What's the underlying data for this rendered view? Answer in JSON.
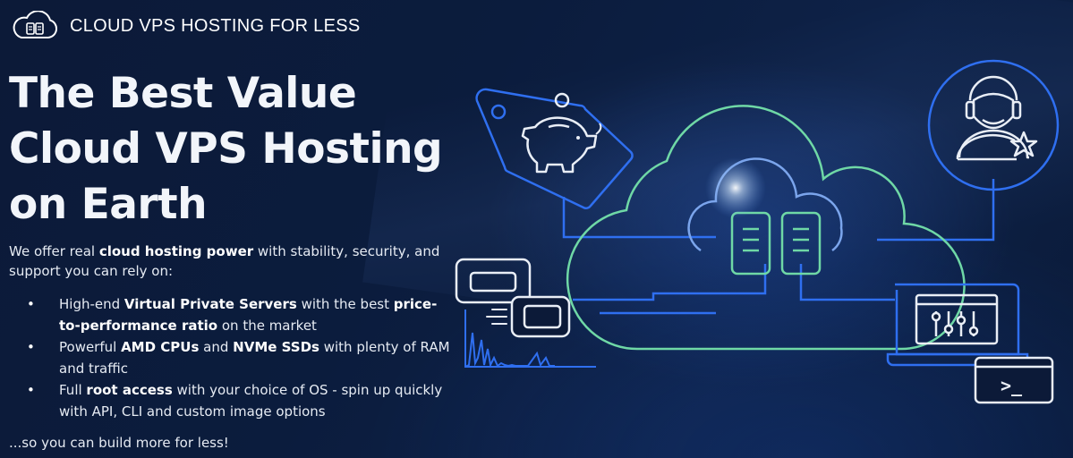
{
  "brand": {
    "name": "CLOUD VPS HOSTING FOR LESS",
    "logo_icon": "cloud-server-icon"
  },
  "hero": {
    "headline_lines": [
      "The Best Value",
      "Cloud VPS Hosting",
      "on Earth"
    ],
    "intro": {
      "before": "We offer real ",
      "strong": "cloud hosting power",
      "after": " with stability, security, and support you can rely on:"
    },
    "features": [
      {
        "p1": "High-end ",
        "b1": "Virtual Private Servers",
        "p2": " with the best ",
        "b2": "price-to-performance ratio",
        "p3": " on the market"
      },
      {
        "p1": "Powerful ",
        "b1": "AMD CPUs",
        "p2": " and ",
        "b2": "NVMe SSDs",
        "p3": " with plenty of RAM and traffic"
      },
      {
        "p1": "Full ",
        "b1": "root access",
        "p2": " with your choice of OS - spin up quickly with API, CLI and custom image options",
        "b2": "",
        "p3": ""
      }
    ],
    "outro": "...so you can build more for less!"
  },
  "illustration": {
    "icons": [
      "price-tag-piggy-bank-icon",
      "cloud-servers-icon",
      "support-agent-icon",
      "monitoring-chart-icon",
      "laptop-settings-icon",
      "terminal-icon"
    ],
    "terminal_prompt": ">_",
    "colors": {
      "cloud_outline": "#6fd8a6",
      "blue_lines": "#2f6ff0",
      "white_lines": "#e9eef6",
      "background": "#0c1a38"
    }
  }
}
